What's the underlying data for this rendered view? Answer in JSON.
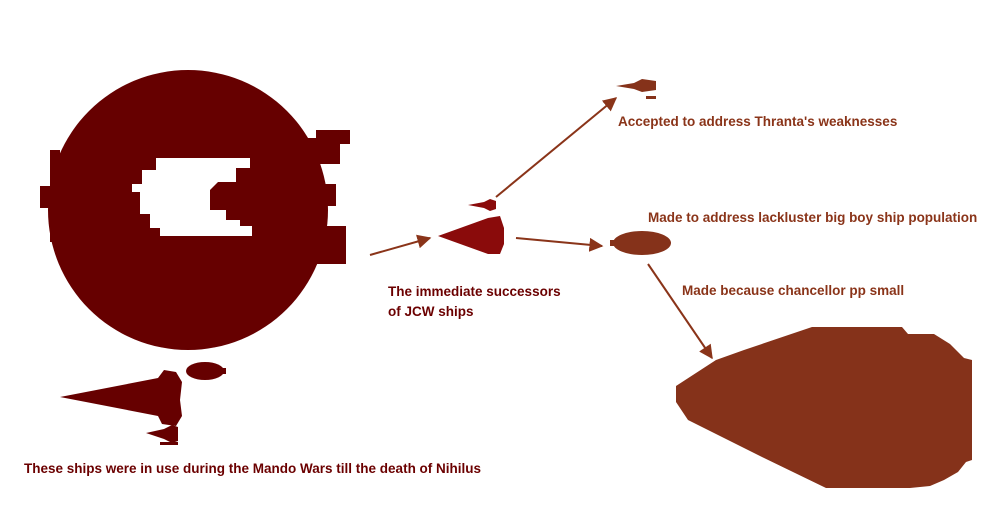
{
  "colors": {
    "dark_maroon": "#660000",
    "rust_brown": "#85321a",
    "arrow": "#8a3419",
    "background": "#ffffff"
  },
  "labels": {
    "jcw_era_caption": "These ships were in use during the Mando Wars till the death of Nihilus",
    "successors_line1": "The immediate successors",
    "successors_line2": "of JCW ships",
    "thranta_successor": "Accepted to address Thranta's weaknesses",
    "big_ship_successor": "Made to address lackluster big boy ship population",
    "chancellor_successor": "Made because chancellor pp small"
  }
}
